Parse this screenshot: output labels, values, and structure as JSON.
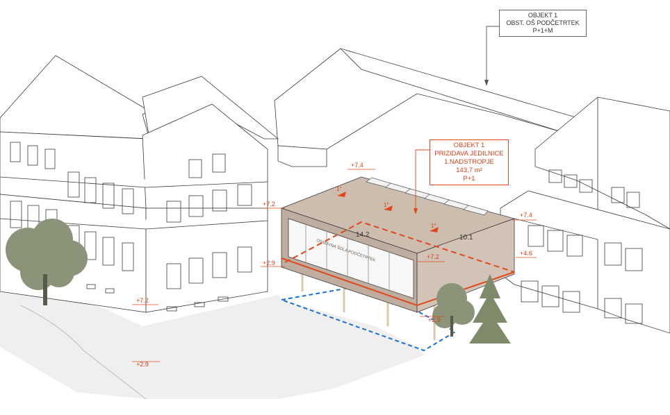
{
  "colors": {
    "line": "#3a3a3a",
    "accent": "#e0481c",
    "roof_extension": "#c9b9ab",
    "tree": "#8b9478",
    "ground": "#ececec",
    "blue_dash": "#1a6fd1"
  },
  "callout_existing": {
    "line1": "OBJEKT 1",
    "line2": "OBST. OŠ PODČETRTEK",
    "line3": "P+1+M"
  },
  "callout_new": {
    "line1": "OBJEKT 1",
    "line2": "PRIZIDAVA JEDILNICE",
    "line3": "1.NADSTROPJE",
    "line4": "143,7 m²",
    "line5": "P+1"
  },
  "elevations": {
    "e1": "+7.4",
    "e2": "+7.2",
    "e3": "+2.9",
    "e4": "+7.2",
    "e5": "+7.4",
    "e6": "+4.6",
    "e7": "+2.9",
    "e8": "+7.2",
    "e9": "+2.9"
  },
  "dimensions": {
    "width": "14.2",
    "depth": "10.1"
  },
  "slopes": {
    "s1": "1°",
    "s2": "1°",
    "s3": "1°"
  },
  "facade_sign": "OSNOVNA ŠOLA PODČETRTEK"
}
